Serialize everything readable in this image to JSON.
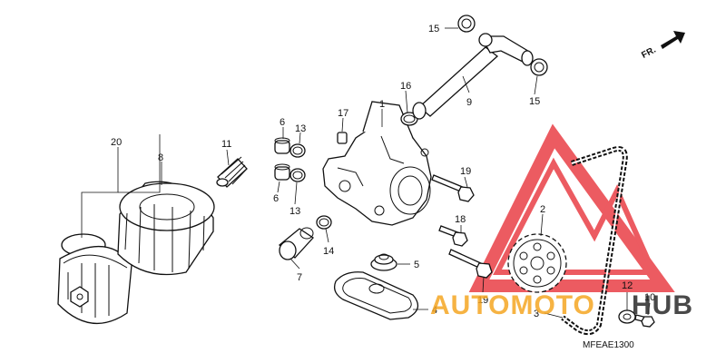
{
  "diagram": {
    "callouts": [
      {
        "id": "c20",
        "label": "20"
      },
      {
        "id": "c8",
        "label": "8"
      },
      {
        "id": "c11",
        "label": "11"
      },
      {
        "id": "c6a",
        "label": "6"
      },
      {
        "id": "c13a",
        "label": "13"
      },
      {
        "id": "c6b",
        "label": "6"
      },
      {
        "id": "c13b",
        "label": "13"
      },
      {
        "id": "c17",
        "label": "17"
      },
      {
        "id": "c1",
        "label": "1"
      },
      {
        "id": "c16",
        "label": "16"
      },
      {
        "id": "c15a",
        "label": "15"
      },
      {
        "id": "c9",
        "label": "9"
      },
      {
        "id": "c15b",
        "label": "15"
      },
      {
        "id": "c19a",
        "label": "19"
      },
      {
        "id": "c18",
        "label": "18"
      },
      {
        "id": "c14",
        "label": "14"
      },
      {
        "id": "c7",
        "label": "7"
      },
      {
        "id": "c5",
        "label": "5"
      },
      {
        "id": "c19b",
        "label": "19"
      },
      {
        "id": "c4",
        "label": "4"
      },
      {
        "id": "c2",
        "label": "2"
      },
      {
        "id": "c12",
        "label": "12"
      },
      {
        "id": "c10",
        "label": "10"
      },
      {
        "id": "c3",
        "label": "3"
      }
    ],
    "direction_label": "FR.",
    "diagram_code": "MFEAE1300"
  },
  "watermark": {
    "brand_part1": "AUTOMOTO",
    "brand_part2": "HUB",
    "color_orange": "#f5a623",
    "color_dark": "#2a2a2a",
    "color_triangle": "#e8333a"
  }
}
